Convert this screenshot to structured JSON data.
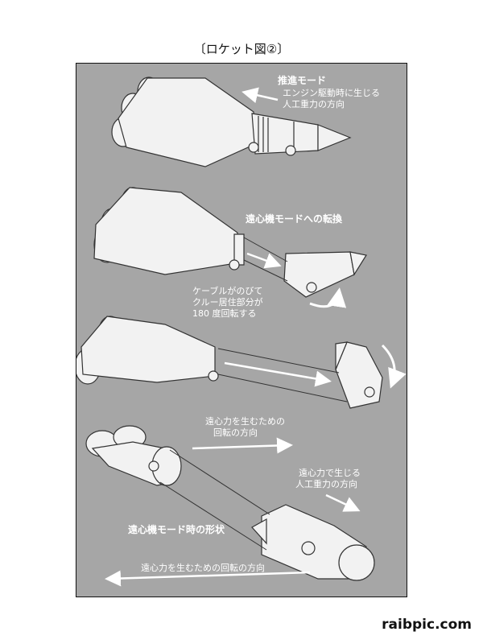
{
  "title": "〔ロケット図②〕",
  "labels": {
    "propulsion_mode_title": "推進モード",
    "propulsion_mode_line1": "エンジン駆動時に生じる",
    "propulsion_mode_line2": "人工重力の方向",
    "centrifuge_switch_title": "遠心機モードへの転換",
    "cable_line1": "ケーブルがのびて",
    "cable_line2": "クルー居住部分が",
    "cable_line3": "180 度回転する",
    "rotation_dir_line1": "遠心力を生むための",
    "rotation_dir_line2": "回転の方向",
    "gravity_dir_line1": "遠心力で生じる",
    "gravity_dir_line2": "人工重力の方向",
    "centrifuge_shape": "遠心機モード時の形状",
    "bottom_rotation": "遠心力を生むための回転の方向"
  },
  "footer": "raibpic.com"
}
